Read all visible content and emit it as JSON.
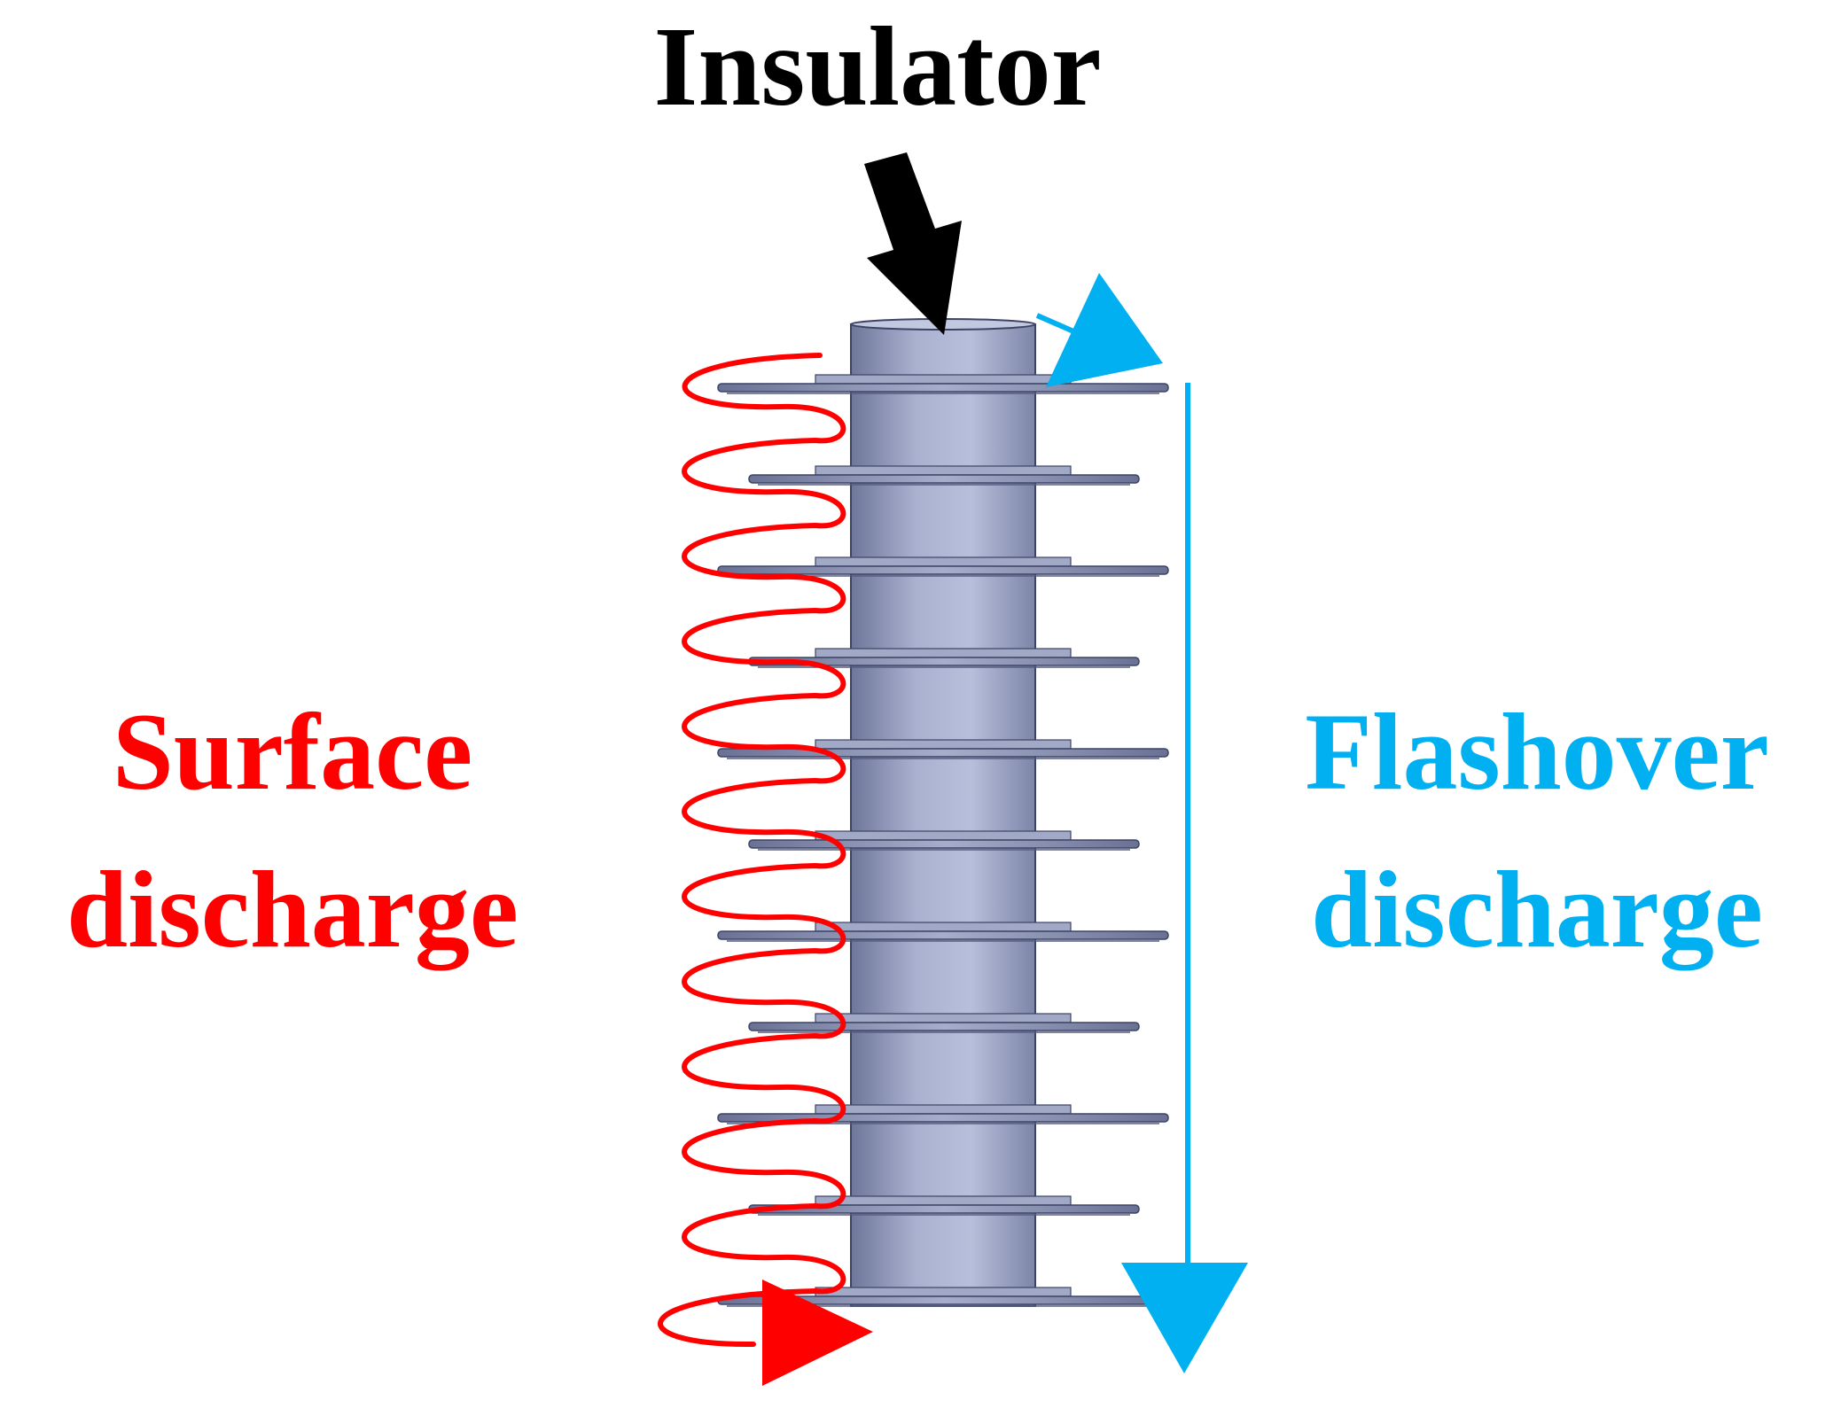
{
  "labels": {
    "insulator": "Insulator",
    "surface_line1": "Surface",
    "surface_line2": "discharge",
    "flashover_line1": "Flashover",
    "flashover_line2": "discharge"
  },
  "colors": {
    "insulator_label": "#000000",
    "surface": "#ff0000",
    "flashover": "#00b0f0",
    "insulator_body": "#9ea5c5",
    "insulator_edge": "#3c4466",
    "shed": "#8f97b8",
    "arrow": "#000000"
  },
  "insulator": {
    "shed_count": 11
  }
}
